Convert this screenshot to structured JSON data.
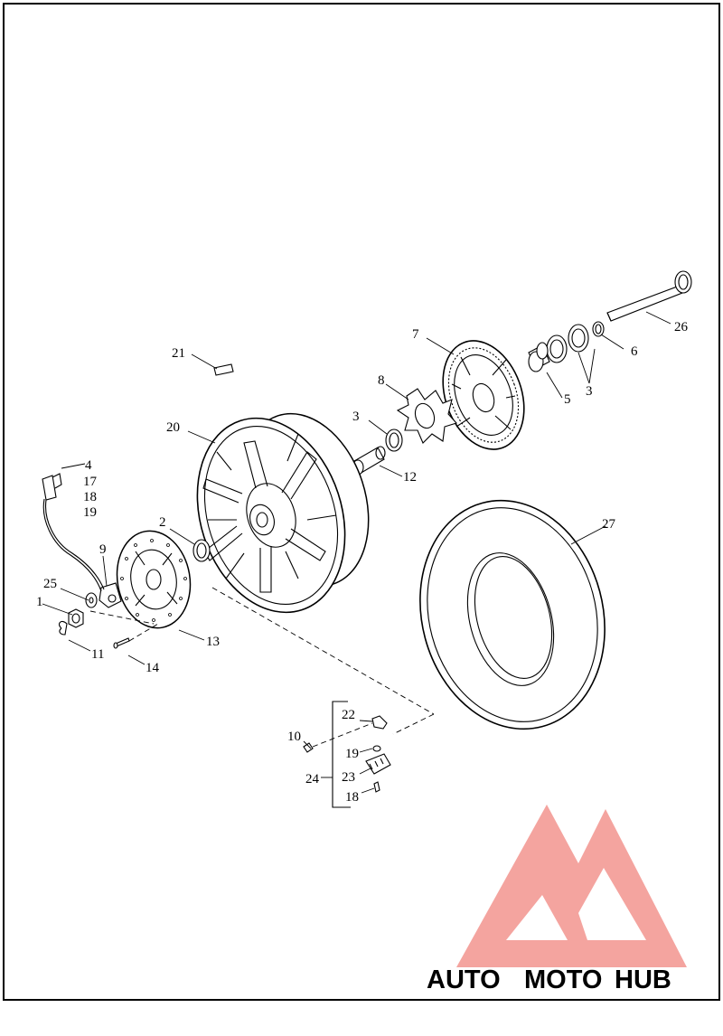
{
  "diagram": {
    "callouts": {
      "c1": "1",
      "c2": "2",
      "c3a": "3",
      "c3b": "3",
      "c4": "4",
      "c5": "5",
      "c6": "6",
      "c7": "7",
      "c8": "8",
      "c9": "9",
      "c10": "10",
      "c11": "11",
      "c12": "12",
      "c13": "13",
      "c14": "14",
      "c17": "17",
      "c18a": "18",
      "c18b": "18",
      "c19a": "19",
      "c19b": "19",
      "c20": "20",
      "c21": "21",
      "c22": "22",
      "c23": "23",
      "c24": "24",
      "c25": "25",
      "c26": "26",
      "c27": "27"
    }
  },
  "watermark": {
    "part1": "AUTO",
    "part2": "MOTO",
    "part3": "HUB",
    "colors": {
      "part1": "#f6c9a0",
      "part2": "#f4a09a",
      "part3": "#a9a9a9",
      "mark": "#f39a95"
    }
  }
}
